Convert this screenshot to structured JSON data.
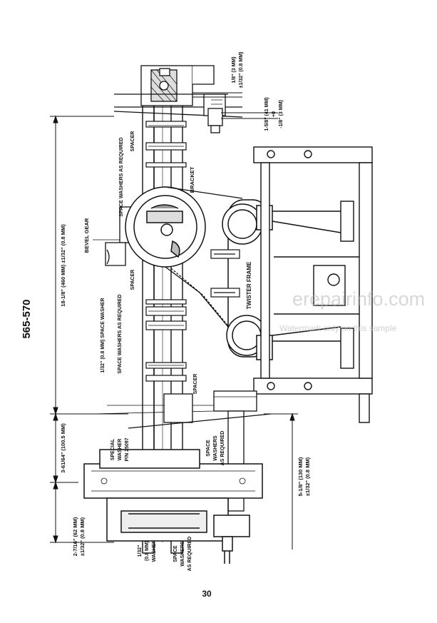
{
  "page": {
    "model": "565-570",
    "page_number": "30"
  },
  "watermark": {
    "site": "erepairinfo.com",
    "note": "Watermark only on this sample"
  },
  "labels": {
    "dim_top_1": "1/8\" (3 MM)",
    "dim_top_1b": "±1/32\" (0.8 MM)",
    "dim_top_2": "1-5/8\" (41 MM)",
    "dim_top_2b": "+0",
    "dim_top_2c": "-1/8\" (3 MM)",
    "spacer_top": "SPACER",
    "space_washers_top": "SPACE WASHERS AS REQUIRED",
    "bracket": "BRACKET",
    "bevel_gear": "BEVEL GEAR",
    "dim_main": "18-1/8\" (460 MM) ±1/32\" (0.8 MM)",
    "spacer_mid": "SPACER",
    "space_washers_mid": "SPACE WASHERS AS REQUIRED",
    "twister_frame": "TWISTER FRAME",
    "space_washer_1_32": "1/32\" (0.8 MM) SPACE WASHER",
    "spacer_low": "SPACER",
    "dim_left": "3-61/64\" (100.5 MM)",
    "special_washer_1": "SPECIAL",
    "special_washer_2": "WASHER",
    "special_washer_3": "P/N 25097",
    "space_washers_low_1": "SPACE",
    "space_washers_low_2": "WASHERS",
    "space_washers_low_3": "AS REQUIRED",
    "dim_right_1": "5-1/8\" (130 MM)",
    "dim_right_2": "±1/32\" (0.8 MM)",
    "dim_bottom_1": "2-7/16\" (62 MM)",
    "dim_bottom_2": "±1/32\" (0.8 MM)",
    "washer_1": "1/32\"",
    "washer_2": "(0.8 MM)",
    "washer_3": "WASHER",
    "space_washers_bot_1": "SPACE",
    "space_washers_bot_2": "WASHERS",
    "space_washers_bot_3": "AS REQUIRED"
  }
}
